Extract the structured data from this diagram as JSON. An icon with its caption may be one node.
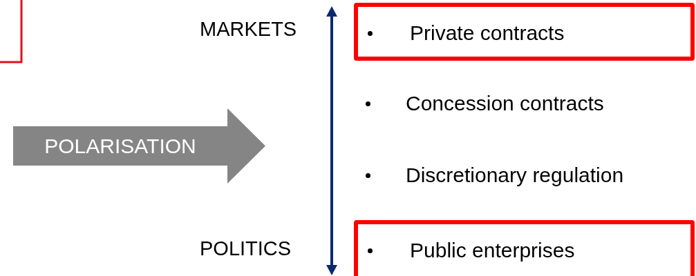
{
  "diagram": {
    "nodes": [
      {
        "text": [
          "POLARISATION"
        ]
      },
      {
        "text": [
          "Private contracts"
        ]
      },
      {
        "text": [
          "Public enterprises"
        ]
      }
    ],
    "edges": [],
    "labels": [
      "MARKETS",
      "Concession contracts",
      "Discretionary regulation",
      "POLITICS"
    ]
  }
}
